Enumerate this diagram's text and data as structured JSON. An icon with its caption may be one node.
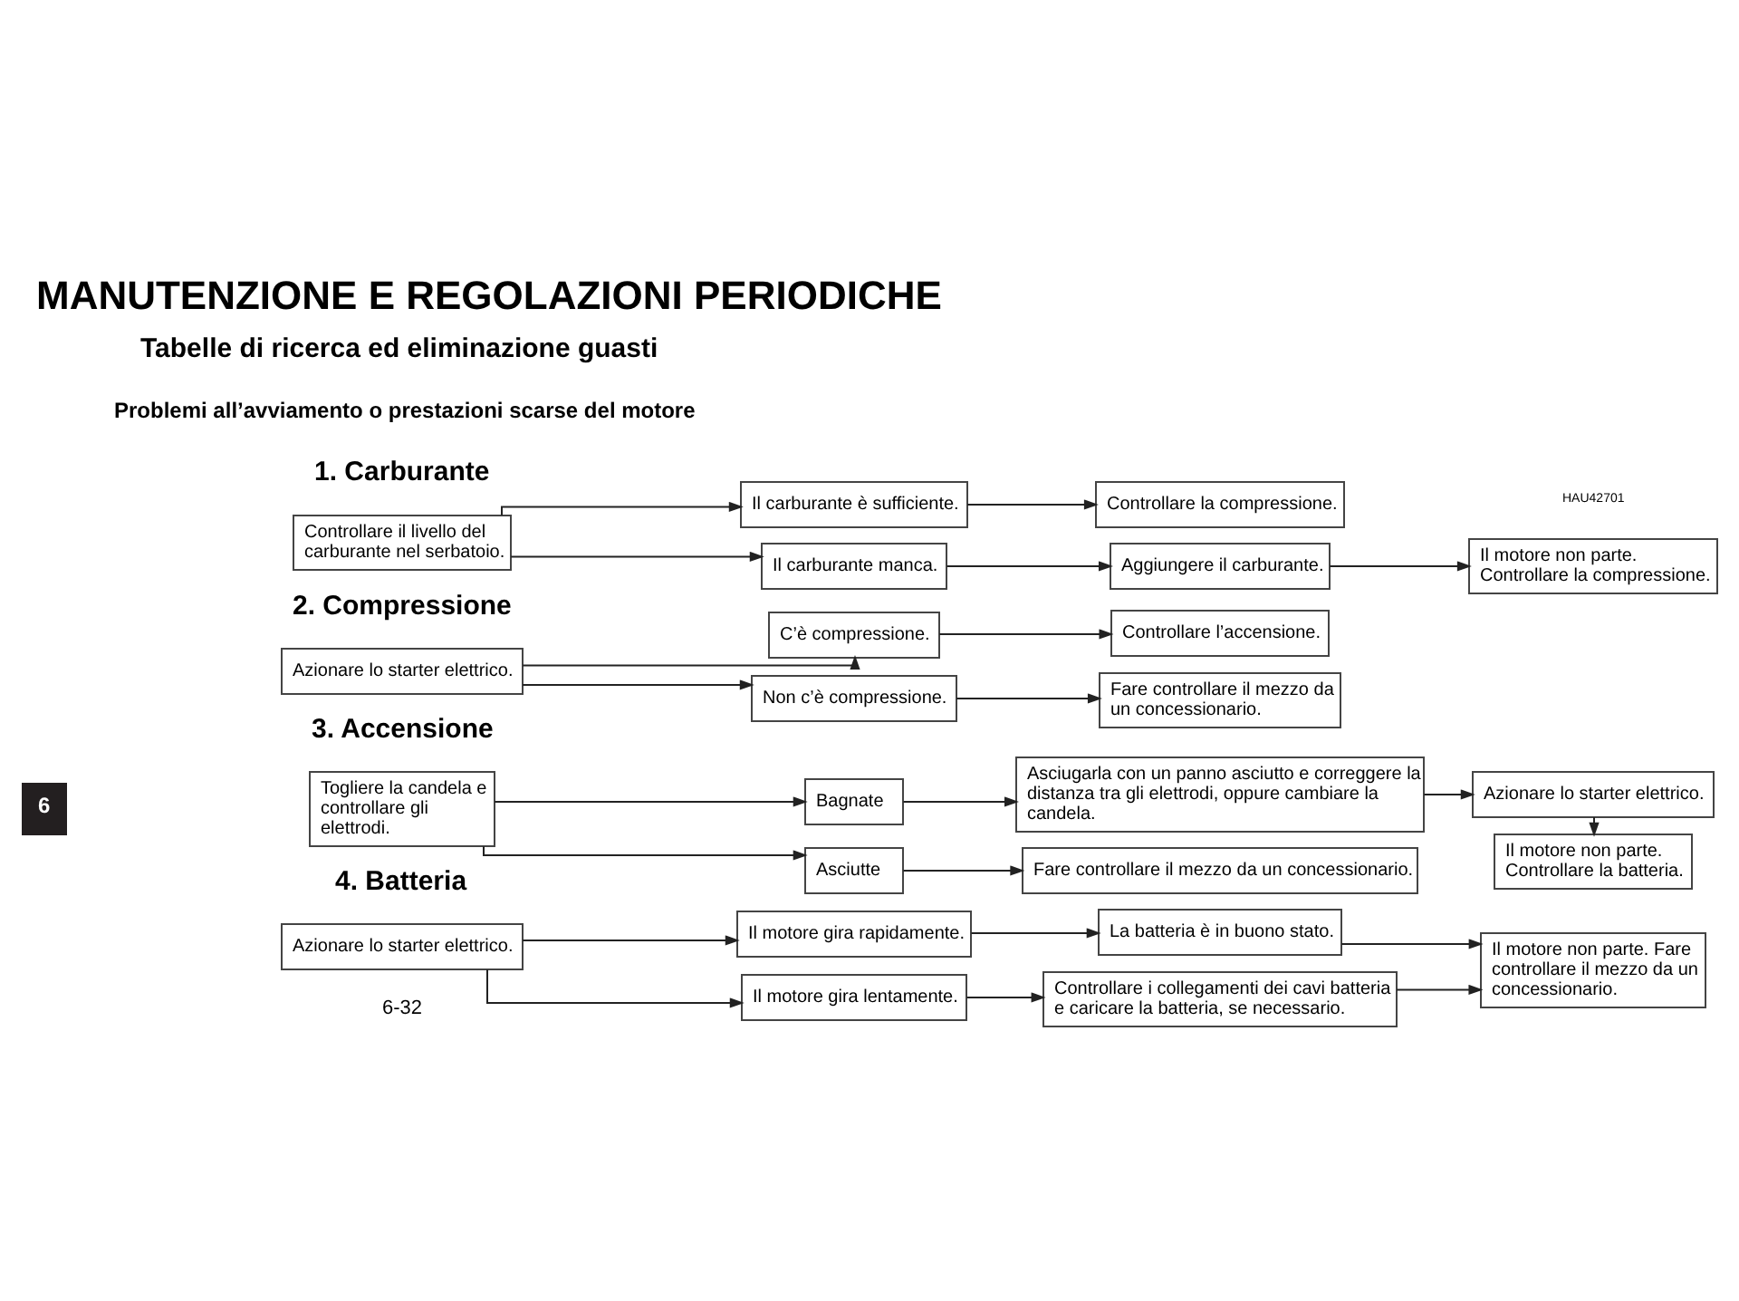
{
  "diagram": {
    "title": "MANUTENZIONE E REGOLAZIONI PERIODICHE",
    "nodes": [
      {
        "text": [
          "Controllare il livello del carburante nel serbatoio."
        ]
      },
      {
        "text": [
          "Il carburante è sufficiente."
        ]
      },
      {
        "text": [
          "Controllare la compressione."
        ]
      },
      {
        "text": [
          "Il carburante manca."
        ]
      },
      {
        "text": [
          "Aggiungere il carburante."
        ]
      },
      {
        "text": [
          "Il motore non parte. Controllare la compressione."
        ]
      },
      {
        "text": [
          "Azionare lo starter elettrico."
        ]
      },
      {
        "text": [
          "C’è compressione."
        ]
      },
      {
        "text": [
          "Controllare l’accensione."
        ]
      },
      {
        "text": [
          "Non c’è compressione."
        ]
      },
      {
        "text": [
          "Fare controllare il mezzo da un concessionario."
        ]
      },
      {
        "text": [
          "Togliere la candela e controllare gli elettrodi."
        ]
      },
      {
        "text": [
          "Bagnate"
        ]
      },
      {
        "text": [
          "Asciugarla con un panno asciutto e correggere la distanza tra gli elettrodi, oppure cambiare la candela."
        ]
      },
      {
        "text": [
          "Azionare lo starter elettrico."
        ]
      },
      {
        "text": [
          "Asciutte"
        ]
      },
      {
        "text": [
          "Fare controllare il mezzo da un concessionario."
        ]
      },
      {
        "text": [
          "Il motore non parte. Controllare la batteria."
        ]
      },
      {
        "text": [
          "Azionare lo starter elettrico."
        ]
      },
      {
        "text": [
          "Il motore gira rapidamente."
        ]
      },
      {
        "text": [
          "La batteria è in buono stato."
        ]
      },
      {
        "text": [
          "Il motore non parte. Fare controllare il mezzo da un concessionario."
        ]
      },
      {
        "text": [
          "Il motore gira lentamente."
        ]
      },
      {
        "text": [
          "Controllare i collegamenti dei cavi batteria e caricare la batteria, se necessario."
        ]
      }
    ],
    "edges": [
      {
        "from": 0,
        "to": 1,
        "arrow": "to"
      },
      {
        "from": 0,
        "to": 3,
        "arrow": "to"
      },
      {
        "from": 1,
        "to": 2,
        "arrow": "to"
      },
      {
        "from": 3,
        "to": 4,
        "arrow": "to"
      },
      {
        "from": 4,
        "to": 5,
        "arrow": "to"
      },
      {
        "from": 6,
        "to": 7,
        "arrow": "to"
      },
      {
        "from": 6,
        "to": 9,
        "arrow": "to"
      },
      {
        "from": 7,
        "to": 8,
        "arrow": "to"
      },
      {
        "from": 9,
        "to": 10,
        "arrow": "to"
      },
      {
        "from": 11,
        "to": 12,
        "arrow": "to"
      },
      {
        "from": 11,
        "to": 15,
        "arrow": "to"
      },
      {
        "from": 12,
        "to": 13,
        "arrow": "to"
      },
      {
        "from": 13,
        "to": 14,
        "arrow": "to"
      },
      {
        "from": 14,
        "to": 17,
        "arrow": "to"
      },
      {
        "from": 15,
        "to": 16,
        "arrow": "to"
      },
      {
        "from": 18,
        "to": 19,
        "arrow": "to"
      },
      {
        "from": 18,
        "to": 22,
        "arrow": "to"
      },
      {
        "from": 19,
        "to": 20,
        "arrow": "to"
      },
      {
        "from": 22,
        "to": 23,
        "arrow": "to"
      },
      {
        "from": 20,
        "to": 21,
        "arrow": "to"
      },
      {
        "from": 23,
        "to": 21,
        "arrow": "to"
      }
    ],
    "labels": [
      "HAU42701",
      "Tabelle di ricerca ed eliminazione guasti",
      "Problemi all’avviamento o prestazioni scarse del motore",
      "1. Carburante",
      "2. Compressione",
      "3. Accensione",
      "4. Batteria",
      "6",
      "6-32"
    ]
  }
}
